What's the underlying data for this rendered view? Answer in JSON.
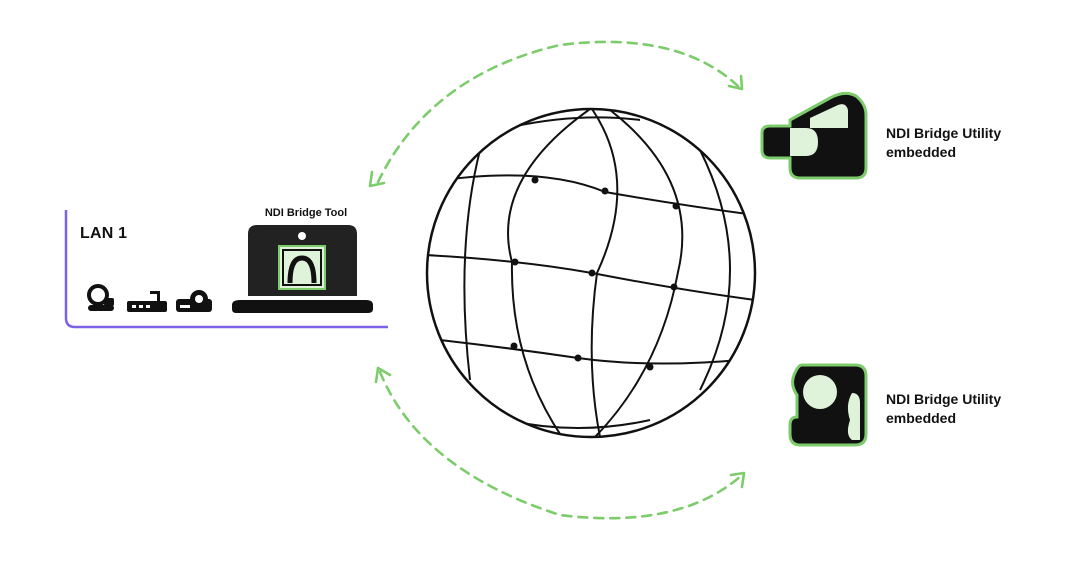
{
  "lan": {
    "title": "LAN 1"
  },
  "bridge_tool": {
    "label": "NDI Bridge Tool"
  },
  "remote_top": {
    "line1": "NDI Bridge Utility",
    "line2": "embedded"
  },
  "remote_bottom": {
    "line1": "NDI Bridge Utility",
    "line2": "embedded"
  },
  "colors": {
    "accent_green": "#7ccc6c",
    "light_green": "#dff3da",
    "lan_purple": "#7c63e6",
    "ink": "#111111"
  },
  "icons": [
    "ptz-camera-icon",
    "switch-icon",
    "projector-icon",
    "laptop-icon",
    "ndi-logo-icon",
    "globe-icon",
    "broadcast-camera-icon",
    "ptz-camera-large-icon",
    "dashed-arrow-icon"
  ]
}
